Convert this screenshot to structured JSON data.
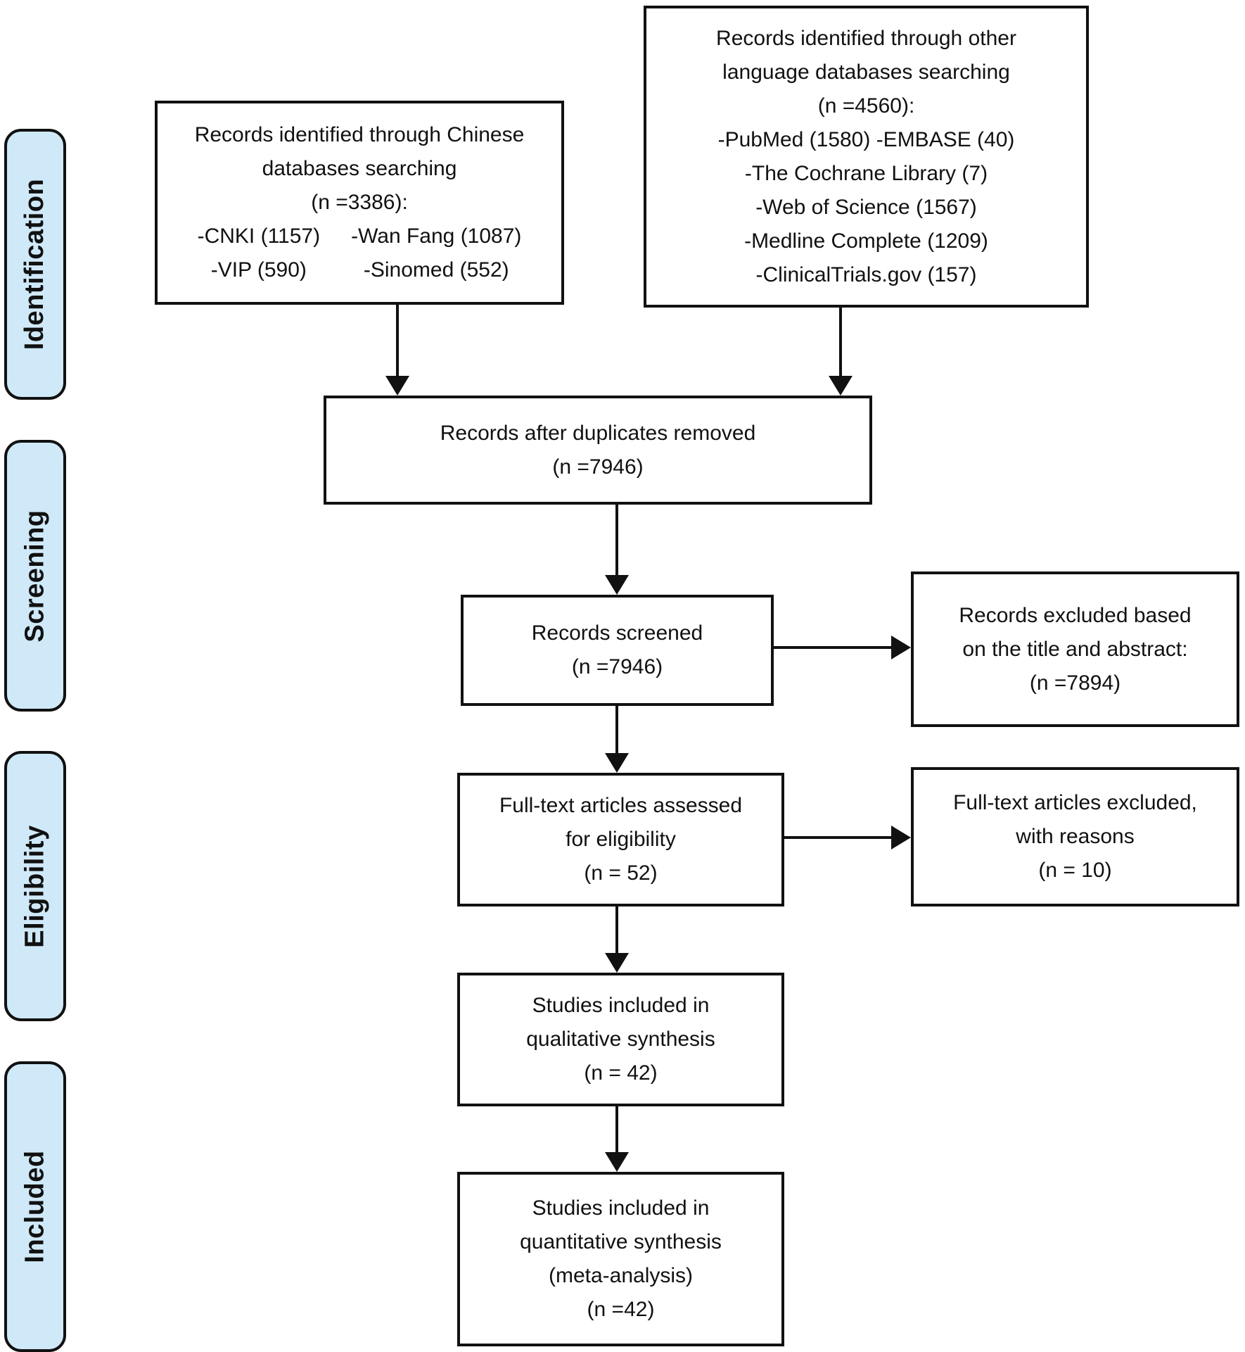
{
  "colors": {
    "stage_fill": "#d0e9f8",
    "stroke": "#111111",
    "box_fill": "#ffffff"
  },
  "sidebar": {
    "stages": [
      {
        "label": "Identification"
      },
      {
        "label": "Screening"
      },
      {
        "label": "Eligibility"
      },
      {
        "label": "Included"
      }
    ]
  },
  "boxes": {
    "chinese": {
      "lines": [
        "Records identified through Chinese",
        "databases searching",
        "(n =3386):"
      ],
      "col1": [
        "-CNKI (1157)",
        "-VIP (590)"
      ],
      "col2": [
        "-Wan Fang (1087)",
        "-Sinomed (552)"
      ]
    },
    "other": {
      "lines": [
        "Records identified through other",
        "language databases searching",
        "(n =4560):",
        "-PubMed (1580) -EMBASE (40)",
        "-The Cochrane Library (7)",
        "-Web of Science (1567)",
        "-Medline Complete (1209)",
        "-ClinicalTrials.gov (157)"
      ]
    },
    "duplicates": {
      "lines": [
        "Records after duplicates removed",
        "(n =7946)"
      ]
    },
    "screened": {
      "lines": [
        "Records screened",
        "(n =7946)"
      ]
    },
    "excluded_title": {
      "lines": [
        "Records excluded based",
        "on the title and abstract:",
        "(n =7894)"
      ]
    },
    "fulltext": {
      "lines": [
        "Full-text articles assessed",
        "for eligibility",
        "(n = 52)"
      ]
    },
    "excluded_fulltext": {
      "lines": [
        "Full-text articles excluded,",
        "with reasons",
        "(n = 10)"
      ]
    },
    "qualitative": {
      "lines": [
        "Studies included in",
        "qualitative synthesis",
        "(n = 42)"
      ]
    },
    "quantitative": {
      "lines": [
        "Studies included in",
        "quantitative synthesis",
        "(meta-analysis)",
        "(n =42)"
      ]
    }
  }
}
